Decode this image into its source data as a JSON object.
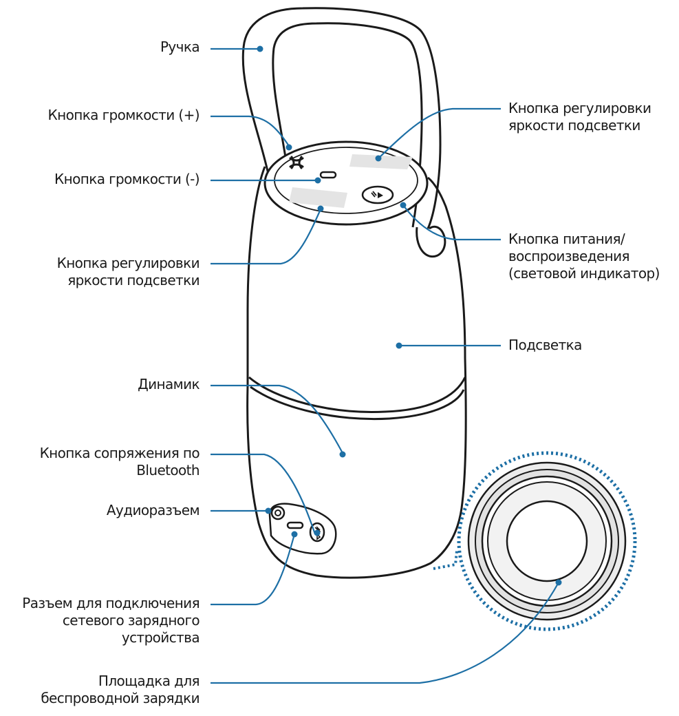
{
  "colors": {
    "accent": "#1d6fa5",
    "outline": "#1a1a1a",
    "panel": "#ececec"
  },
  "labels": {
    "handle": "Ручка",
    "volume_up": "Кнопка громкости (+)",
    "volume_down": "Кнопка громкости (-)",
    "light_button_left": [
      "Кнопка регулировки",
      "яркости подсветки"
    ],
    "speaker": "Динамик",
    "bt_pairing": [
      "Кнопка сопряжения по",
      "Bluetooth"
    ],
    "audio_jack": "Аудиоразъем",
    "charger_port": [
      "Разъем для подключения",
      "сетевого зарядного",
      "устройства"
    ],
    "wireless_pad": [
      "Площадка для",
      "беспроводной зарядки"
    ],
    "light_button_right": [
      "Кнопка регулировки",
      "яркости подсветки"
    ],
    "power_play": [
      "Кнопка питания/",
      "воспроизведения",
      "(световой индикатор)"
    ],
    "backlight": "Подсветка"
  }
}
